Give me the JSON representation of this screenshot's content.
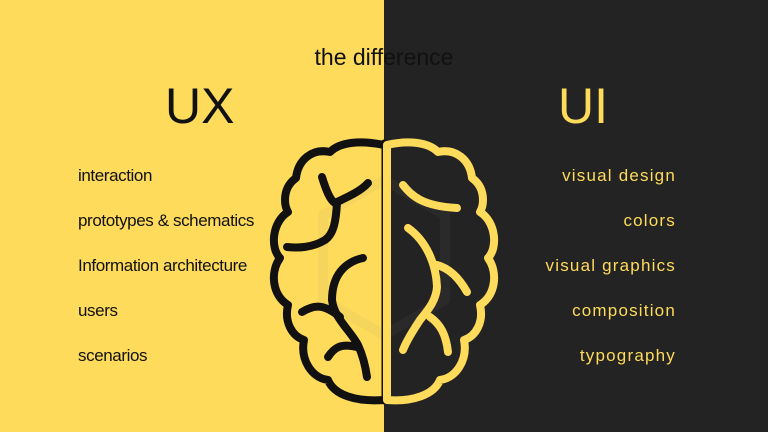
{
  "title": "the difference",
  "ux": {
    "heading": "UX",
    "items": [
      "interaction",
      "prototypes & schematics",
      "Information architecture",
      "users",
      "scenarios"
    ]
  },
  "ui": {
    "heading": "UI",
    "items": [
      "visual design",
      "colors",
      "visual graphics",
      "composition",
      "typography"
    ]
  },
  "colors": {
    "yellow": "#FEDB5A",
    "dark": "#232323",
    "black": "#111111"
  }
}
